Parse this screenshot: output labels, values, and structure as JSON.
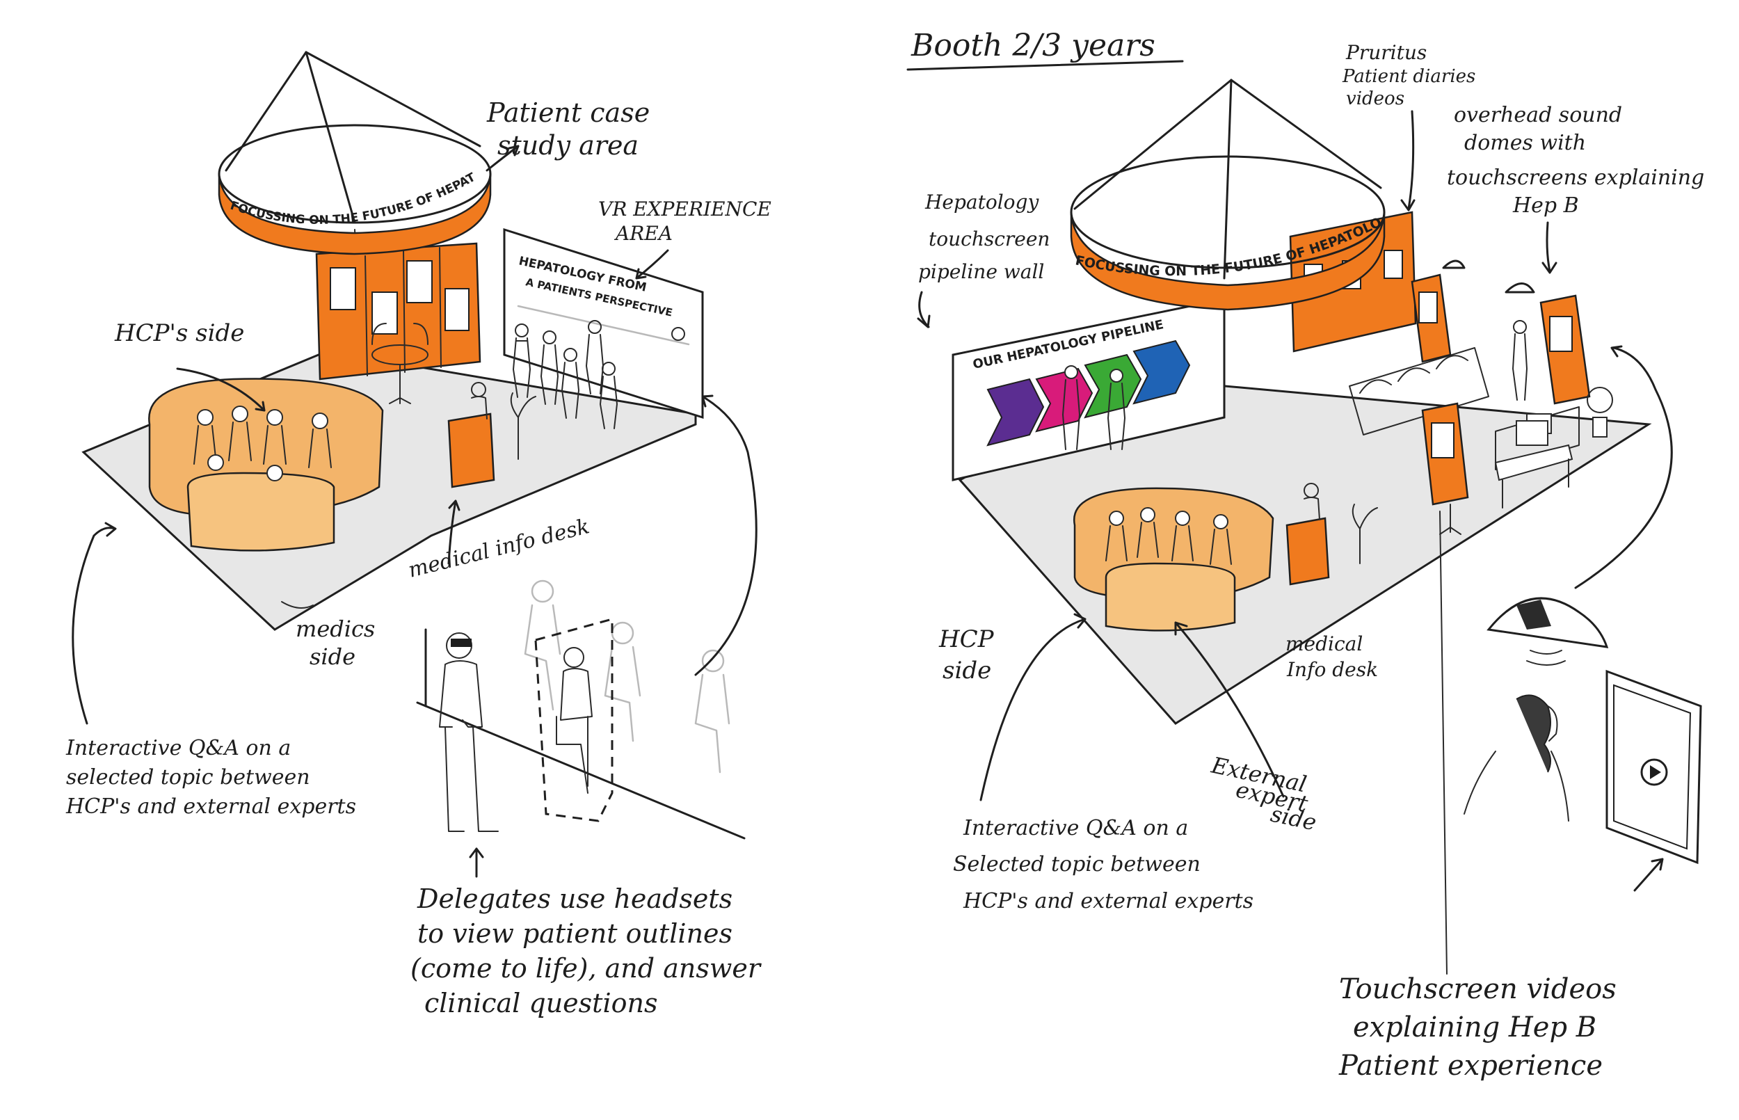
{
  "colors": {
    "orange": "#f07a1e",
    "booth_orange": "#f3b46a",
    "floor_grey": "#e7e7e7",
    "ink": "#1f1f1f",
    "pipeline_purple": "#5b2d91",
    "pipeline_pink": "#d81b7a",
    "pipeline_green": "#3aa935",
    "pipeline_blue": "#1f63b5"
  },
  "left_sketch": {
    "ring_text": "FOCUSSING ON THE FUTURE OF HEPATOLOGY",
    "wall_sign_line1": "HEPATOLOGY FROM",
    "wall_sign_line2": "A PATIENTS PERSPECTIVE",
    "labels": {
      "patient_case_line1": "Patient case",
      "patient_case_line2": "study area",
      "vr_line1": "VR EXPERIENCE",
      "vr_line2": "AREA",
      "hcps_side": "HCP's side",
      "medical_info_desk": "medical info desk",
      "medics_line1": "medics",
      "medics_line2": "side",
      "qa_line1": "Interactive Q&A on a",
      "qa_line2": "selected topic between",
      "qa_line3": "HCP's and external experts",
      "delegates_line1": "Delegates use headsets",
      "delegates_line2": "to view patient outlines",
      "delegates_line3": "(come to life), and answer",
      "delegates_line4": "clinical questions"
    }
  },
  "right_sketch": {
    "title": "Booth 2/3 years",
    "ring_text": "FOCUSSING ON THE FUTURE OF HEPATOLOGY",
    "pipeline_sign": "OUR HEPATOLOGY PIPELINE",
    "labels": {
      "pruritus_line1": "Pruritus",
      "pruritus_line2": "Patient diaries",
      "pruritus_line3": "videos",
      "domes_line1": "overhead sound",
      "domes_line2": "domes with",
      "domes_line3": "touchscreens explaining",
      "domes_line4": "Hep B",
      "pipeline_line1": "Hepatology",
      "pipeline_line2": "touchscreen",
      "pipeline_line3": "pipeline wall",
      "hcp_line1": "HCP",
      "hcp_line2": "side",
      "medical_line1": "medical",
      "medical_line2": "Info desk",
      "external_line1": "External",
      "external_line2": "expert",
      "external_line3": "side",
      "qa_line1": "Interactive Q&A on a",
      "qa_line2": "Selected topic between",
      "qa_line3": "HCP's and external experts",
      "touch_line1": "Touchscreen videos",
      "touch_line2": "explaining Hep B",
      "touch_line3": "Patient experience"
    }
  }
}
